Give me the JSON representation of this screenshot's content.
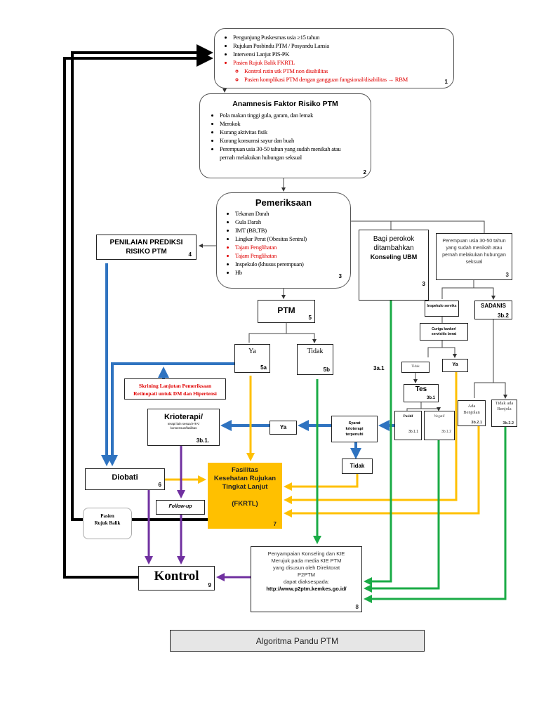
{
  "colors": {
    "fkrtl_fill": "#ffc000",
    "blue": "#2f73c0",
    "yellow": "#ffc000",
    "green": "#1aab46",
    "purple": "#7030a0",
    "red": "#e00000",
    "black": "#000000",
    "title_fill": "#e6e6e6"
  },
  "entry": {
    "items": [
      "Pengunjung Puskesmas usia ≥15 tahun",
      "Rujukan Posbindu PTM / Posyandu Lansia",
      "Intervensi Lanjut PIS-PK"
    ],
    "red_item": "Pasien Rujuk Balik FKRTL",
    "red_subitems": [
      "Kontrol rutin utk PTM non disabilitas",
      "Pasien komplikasi PTM dengan gangguan fungsional/disabilitas → RBM"
    ],
    "number": "1"
  },
  "anamnesis": {
    "title": "Anamnesis Faktor Risiko PTM",
    "items": [
      "Pola makan tinggi gula, garam, dan lemak",
      "Merokok",
      "Kurang aktivitas fisik",
      "Kurang konsumsi sayur dan buah",
      "Perempuan usia 30-50 tahun yang sudah menikah atau pernah melakukan hubungan seksual"
    ],
    "number": "2"
  },
  "pemeriksaan": {
    "title": "Pemeriksaan",
    "items": [
      {
        "text": "Tekanan Darah",
        "red": false
      },
      {
        "text": "Gula Darah",
        "red": false
      },
      {
        "text": "IMT (BB,TB)",
        "red": false
      },
      {
        "text": "Lingkar Perut (Obesitas Sentral)",
        "red": false
      },
      {
        "text": "Tajam Penglihatan",
        "red": true
      },
      {
        "text": "Tajam Penglihatan",
        "red": true
      },
      {
        "text": "Inspekulo (khusus perempuan)",
        "red": false
      },
      {
        "text": "Hb",
        "red": false
      }
    ],
    "number": "3"
  },
  "penilaian": {
    "label": "PENILAIAN PREDIKSI RISIKO PTM",
    "number": "4"
  },
  "perokok": {
    "line1": "Bagi perokok",
    "line2": "ditambahkan",
    "line3": "Konseling UBM",
    "number": "3"
  },
  "perempuan": {
    "label": "Perempuan usia 30-50 tahun yang sudah menikah atau pernah melakukan hubungan seksual",
    "number": "3"
  },
  "ptm": {
    "label": "PTM",
    "number": "5"
  },
  "ya5a": {
    "label": "Ya",
    "number": "5a"
  },
  "tidak5b": {
    "label": "Tidak",
    "number": "5b"
  },
  "skrining": {
    "line1": "Skrining Lanjutan Pemeriksaan",
    "line2": "Retinopati untuk DM dan Hipertensi"
  },
  "krioterapi": {
    "title": "Krioterapi/",
    "sub": "terapi lain sesuai HTA/ konsensus/fasilitas",
    "number": "3b.1."
  },
  "ya_krio": {
    "label": "Ya"
  },
  "syarat": {
    "label": "Syarat krioterapi terpenuhi"
  },
  "tidak_syarat": {
    "label": "Tidak"
  },
  "inspekulo": {
    "label": "Inspekulo serviks"
  },
  "sadanis": {
    "label": "SADANIS",
    "number": "3b.2"
  },
  "curiga": {
    "label": "Curiga kanker/ servisitis berat"
  },
  "tidak_curiga": {
    "label": "Tidak"
  },
  "ya_curiga": {
    "label": "Ya"
  },
  "tes": {
    "label": "Tes",
    "number": "3b.1"
  },
  "positif": {
    "label": "Positif",
    "number": "3b.1.1"
  },
  "negatif": {
    "label": "Negatif",
    "number": "3b.1.2"
  },
  "ada_benjolan": {
    "label": "Ada Benjolan",
    "number": "3b.2.1"
  },
  "tidak_benjolan": {
    "label": "Tidak ada Benjola",
    "number": "3b.2.2"
  },
  "label_3a1": "3a.1",
  "diobati": {
    "label": "Diobati",
    "number": "6"
  },
  "fkrtl": {
    "line1": "Fasilitas",
    "line2": "Kesehatan Rujukan",
    "line3": "Tingkat Lanjut",
    "abbr": "(FKRTL)",
    "number": "7"
  },
  "followup": {
    "label": "Follow-up"
  },
  "rujuk_balik": {
    "label": "Pasien Rujuk Balik"
  },
  "kontrol": {
    "label": "Kontrol",
    "number": "9"
  },
  "penyampaian": {
    "lines": [
      "Penyampaian Konseling dan KIE",
      "Merujuk pada media KIE PTM",
      "yang disusun oleh Direktorat",
      "P2PTM",
      "dapat diaksespada:"
    ],
    "url": "http://www.p2ptm.kemkes.go.id/",
    "number": "8"
  },
  "title": "Algoritma Pandu PTM"
}
